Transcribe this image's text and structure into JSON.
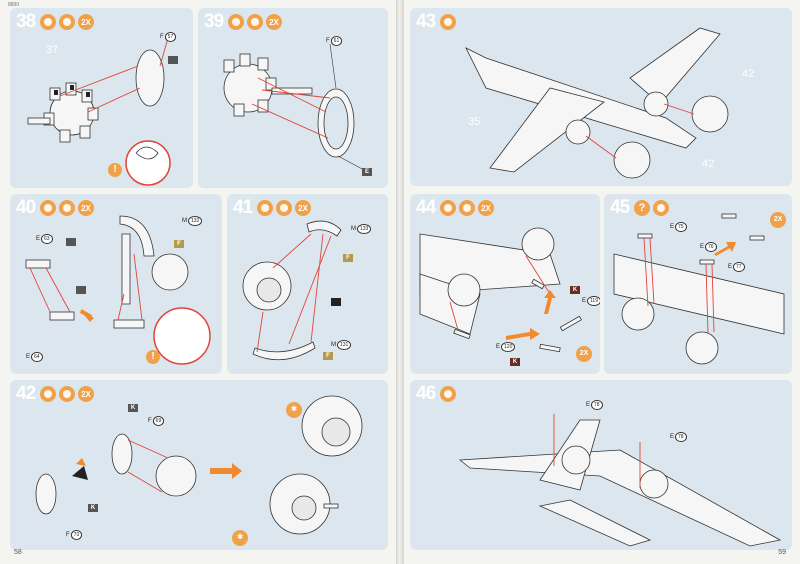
{
  "header": {
    "left_mark": "8890"
  },
  "pages": {
    "left_number": "58",
    "right_number": "59"
  },
  "steps": [
    {
      "id": "38",
      "badges": [
        "",
        "",
        "2X"
      ]
    },
    {
      "id": "39",
      "badges": [
        "",
        "",
        "2X"
      ]
    },
    {
      "id": "40",
      "badges": [
        "",
        "",
        "2X"
      ]
    },
    {
      "id": "41",
      "badges": [
        "",
        "",
        "2X"
      ]
    },
    {
      "id": "42",
      "badges": [
        "",
        "",
        "2X"
      ]
    },
    {
      "id": "43",
      "badges": [
        ""
      ]
    },
    {
      "id": "44",
      "badges": [
        "",
        "",
        "2X"
      ]
    },
    {
      "id": "45",
      "badges": [
        "?",
        ""
      ]
    },
    {
      "id": "46",
      "badges": [
        ""
      ]
    }
  ],
  "labels": {
    "s38": {
      "ref": "37",
      "f57": "57",
      "f57_prefix": "F"
    },
    "s39": {
      "f61": "61",
      "f61_prefix": "F",
      "tag": "E"
    },
    "s40": {
      "e63": "63",
      "e64": "64",
      "m132": "132",
      "e_prefix": "E",
      "m_prefix": "M",
      "tag_f": "F",
      "two_x": "2X"
    },
    "s41": {
      "m133": "133",
      "m131": "131",
      "m_prefix": "M",
      "tag_f": "F"
    },
    "s42": {
      "f69": "69",
      "f70": "70",
      "f_prefix": "F",
      "tag_k": "K"
    },
    "s43": {
      "ref35": "35",
      "ref42a": "42",
      "ref42b": "42"
    },
    "s44": {
      "e119": "119",
      "e120": "120",
      "e_prefix": "E",
      "tag_k": "K",
      "two_x": "2X"
    },
    "s45": {
      "e75": "75",
      "e76": "76",
      "e77": "77",
      "e_prefix": "E",
      "two_x": "2X"
    },
    "s46": {
      "e78a": "78",
      "e78b": "78",
      "e_prefix": "E"
    }
  },
  "colors": {
    "panel": "#dce6ef",
    "accent": "#f0a24a",
    "guide_line": "#e0453a",
    "arrow": "#f08a2c"
  }
}
